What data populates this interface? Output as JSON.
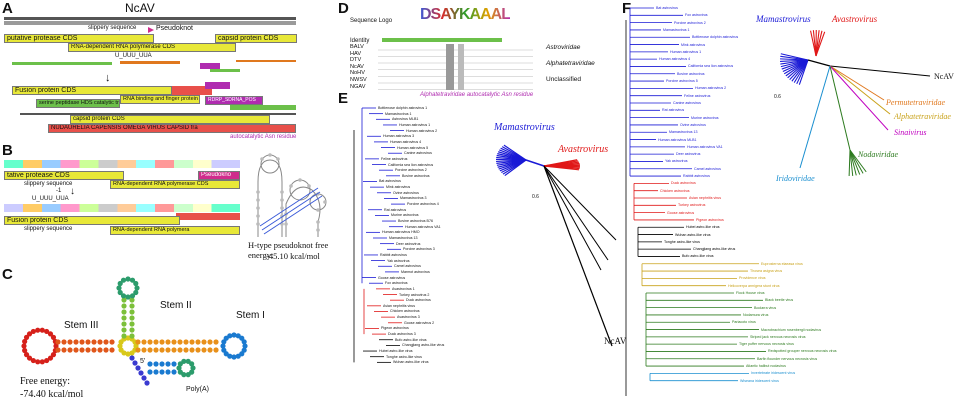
{
  "panels": {
    "a": "A",
    "b": "B",
    "c": "C",
    "d": "D",
    "e": "E",
    "f": "F"
  },
  "panel_a": {
    "title": "NcAV",
    "slippery": "slippery sequence",
    "pseudoknot": "Pseudoknot",
    "putative_protease": "putative protease CDS",
    "rdrp_cds": "RNA-dependent RNA polymerase CDS",
    "capsid_cds": "capsid protein CDS",
    "seq_motif": "U_UUU_UUA",
    "fusion": "Fusion protein CDS",
    "serine": "serine peptidase HDS catalytic triad",
    "rna_binding": "RNA binding and finger protein",
    "rdrp_pos": "RDRP_SDRNA_POS",
    "capsid2": "capsid protein CDS",
    "nudaurelia": "NUDAURELIA CAPENSIS OMEGA VIRUS CAPSID fra",
    "asn": "autocatalytic Asn residue"
  },
  "panel_b": {
    "protease": "tative protease CDS",
    "slippery": "slippery sequence",
    "pseudoknot": "Pseudokno",
    "rdrp1": "RNA-dependent RNA polymerase CDS",
    "motif": "U_UUU_UUA",
    "minus1": "-1",
    "fusion": "Fusion protein CDS",
    "slippery2": "slippery sequence",
    "rdrp2": "RNA-dependent RNA polymera",
    "energy_title": "H-type pseudoknot free energy:",
    "energy_value": "-45.10 kcal/mol"
  },
  "panel_c": {
    "stem3": "Stem III",
    "stem2": "Stem II",
    "stem1": "Stem I",
    "five": "5'",
    "polya": "Poly(A)",
    "energy_title": "Free energy:",
    "energy_value": "-74.40 kcal/mol"
  },
  "panel_d": {
    "logo_title": "Sequence Logo",
    "identity": "Identity",
    "rows": [
      "BALV",
      "HAV",
      "DTV",
      "NcAV",
      "NoHV",
      "NWSV",
      "NGAV"
    ],
    "astroviridae": "Astroviridae",
    "alphatetraviridae": "Alphatetraviridae",
    "unclassified": "Unclassified",
    "caption": "Alphatetraviridae autocatalytic Asn residue",
    "logo_letters": "DSAYKAAAL"
  },
  "panel_e": {
    "mamastrovirus": "Mamastrovirus",
    "avastrovirus": "Avastrovirus",
    "ncav": "NcAV",
    "tips_blue": [
      "Bottlenose dolphin astrovirus 1",
      "Mamastrovirus 1",
      "Astrovirus MLB1",
      "Human astrovirus 1",
      "Human astrovirus 2",
      "Human astrovirus 3",
      "Human astrovirus 4",
      "Human astrovirus 5",
      "Canine astrovirus",
      "Feline astrovirus",
      "California sea lion astrovirus",
      "Porcine astrovirus 2",
      "Bovine astrovirus",
      "Bat astrovirus",
      "Mink astrovirus",
      "Ovine astrovirus",
      "Mamastrovirus 3",
      "Porcine astrovirus 4",
      "Rat astrovirus",
      "Murine astrovirus",
      "Bovine astrovirus B76",
      "Human astrovirus VA1",
      "Human astrovirus HMO",
      "Mamastrovirus 13",
      "Deer astrovirus",
      "Porcine astrovirus 3",
      "Rabbit astrovirus",
      "Yak astrovirus",
      "Camel astrovirus",
      "Marmot astrovirus",
      "Goose astrovirus",
      "Fox astrovirus"
    ],
    "tips_red": [
      "Avastrovirus 1",
      "Turkey astrovirus 2",
      "Duck astrovirus",
      "Avian nephritis virus",
      "Chicken astrovirus",
      "Avastrovirus 3",
      "Goose astrovirus 2",
      "Pigeon astrovirus",
      "Duck astrovirus 3"
    ],
    "tips_black": [
      "Bufo astro-like virus",
      "Changjiang astro-like virus",
      "Hubei astro-like virus",
      "Tonghe astro-like virus",
      "Wuhan astro-like virus"
    ],
    "scale": "0.6"
  },
  "panel_f": {
    "mamastrovirus": "Mamastrovirus",
    "avastrovirus": "Avastrovirus",
    "ncav": "NcAV",
    "permutetraviridae": "Permutetraviridae",
    "alphatetraviridae": "Alphatetraviridae",
    "sinaivirus": "Sinaivirus",
    "nodaviridae": "Nodaviridae",
    "iridoviridae": "Iridoviridae",
    "scale": "0.6",
    "tips_blue": [
      "Bat astrovirus",
      "Fox astrovirus",
      "Porcine astrovirus 2",
      "Mamastrovirus 1",
      "Bottlenose dolphin astrovirus",
      "Mink astrovirus",
      "Human astrovirus 1",
      "Human astrovirus 4",
      "California sea lion astrovirus",
      "Bovine astrovirus",
      "Porcine astrovirus 5",
      "Human astrovirus 2",
      "Feline astrovirus",
      "Canine astrovirus",
      "Rat astrovirus",
      "Murine astrovirus",
      "Ovine astrovirus",
      "Mamastrovirus 13",
      "Human astrovirus MLB1",
      "Human astrovirus VA1",
      "Deer astrovirus",
      "Yak astrovirus",
      "Camel astrovirus",
      "Rabbit astrovirus"
    ],
    "tips_red": [
      "Duck astrovirus",
      "Chicken astrovirus",
      "Avian nephritis virus",
      "Turkey astrovirus",
      "Goose astrovirus",
      "Pigeon astrovirus"
    ],
    "tips_black": [
      "Hubei astro-like virus",
      "Wuhan astro-like virus",
      "Tonghe astro-like virus",
      "Changjiang astro-like virus",
      "Bufo astro-like virus"
    ],
    "tips_gold": [
      "Euprosterna elaeasa virus",
      "Thosea asigna virus",
      "Providence virus",
      "Helicoverpa armigera stunt virus"
    ],
    "tips_green": [
      "Flock House virus",
      "Black beetle virus",
      "Boolarra virus",
      "Nodamura virus",
      "Pariacoto virus",
      "Macrobrachium rosenbergii nodavirus",
      "Striped jack nervous necrosis virus",
      "Tiger puffer nervous necrosis virus",
      "Redspotted grouper nervous necrosis virus",
      "Barfin flounder nervous necrosis virus",
      "Atlantic halibut nodavirus"
    ],
    "tips_teal": [
      "Invertebrate iridescent virus",
      "Wiseana iridescent virus"
    ]
  },
  "colors": {
    "blue": "#1a1ad6",
    "red": "#e01818",
    "green": "#2c7a1e",
    "gold": "#c9a21a",
    "orange": "#e0781e",
    "magenta": "#c000c0",
    "teal": "#1a8fd0",
    "yellow_bar": "#e8e838",
    "red_bar": "#e8504a",
    "magenta_bar": "#b02cb0",
    "green_bar": "#6cc04a"
  }
}
